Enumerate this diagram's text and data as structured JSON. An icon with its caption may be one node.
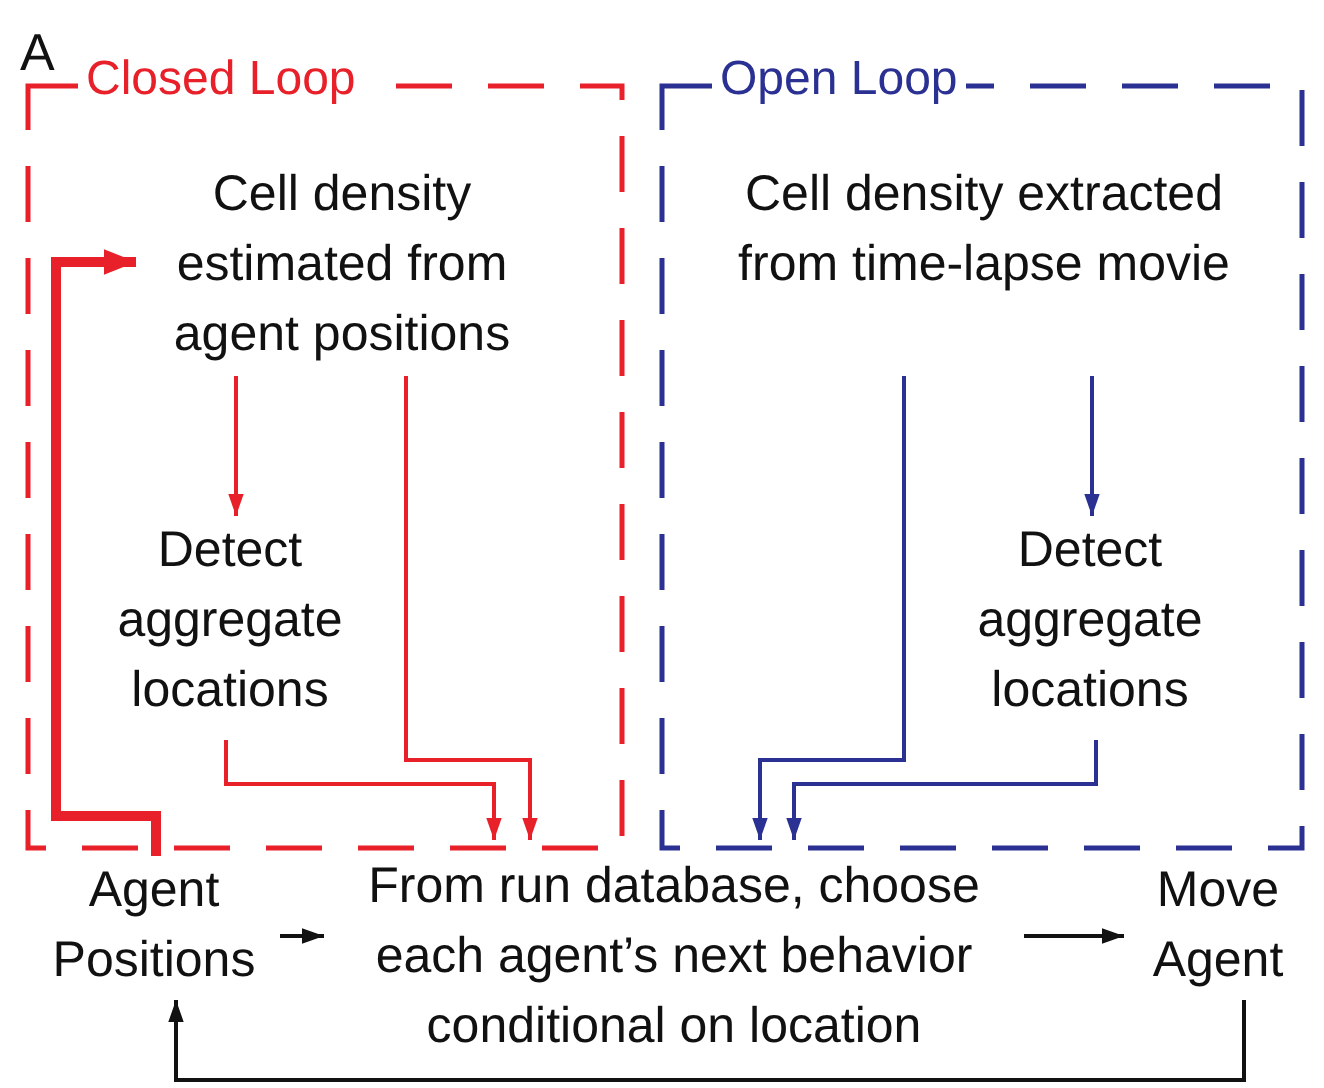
{
  "diagram": {
    "nodes": [
      {
        "text": [
          "Closed Loop"
        ]
      },
      {
        "text": [
          "Cell density estimated from agent positions"
        ],
        "in": 0
      },
      {
        "text": [
          "Detect aggregate locations"
        ],
        "in": 0
      },
      {
        "text": [
          "Open Loop"
        ]
      },
      {
        "text": [
          "Cell density extracted from time-lapse movie"
        ],
        "in": 3
      },
      {
        "text": [
          "Detect aggregate locations"
        ],
        "in": 3
      },
      {
        "text": [
          "Agent Positions"
        ]
      },
      {
        "text": [
          "From run database, choose each agent’s next behavior conditional on location"
        ]
      },
      {
        "text": [
          "Move Agent"
        ]
      }
    ],
    "edges": [
      {
        "from": 1,
        "to": 2,
        "arrow": "to",
        "color": "#e8202a"
      },
      {
        "from": 1,
        "to": 7,
        "arrow": "to",
        "color": "#e8202a"
      },
      {
        "from": 2,
        "to": 7,
        "arrow": "to",
        "color": "#e8202a"
      },
      {
        "from": 4,
        "to": 5,
        "arrow": "to",
        "color": "#2b3192"
      },
      {
        "from": 4,
        "to": 7,
        "arrow": "to",
        "color": "#2b3192"
      },
      {
        "from": 5,
        "to": 7,
        "arrow": "to",
        "color": "#2b3192"
      },
      {
        "from": 6,
        "to": 1,
        "arrow": "to",
        "style": "thick",
        "color": "#e8202a"
      },
      {
        "from": 6,
        "to": 7,
        "arrow": "to",
        "color": "#111111"
      },
      {
        "from": 7,
        "to": 8,
        "arrow": "to",
        "color": "#111111"
      },
      {
        "from": 8,
        "to": 6,
        "arrow": "to",
        "color": "#111111"
      }
    ],
    "labels": [
      "A"
    ]
  }
}
